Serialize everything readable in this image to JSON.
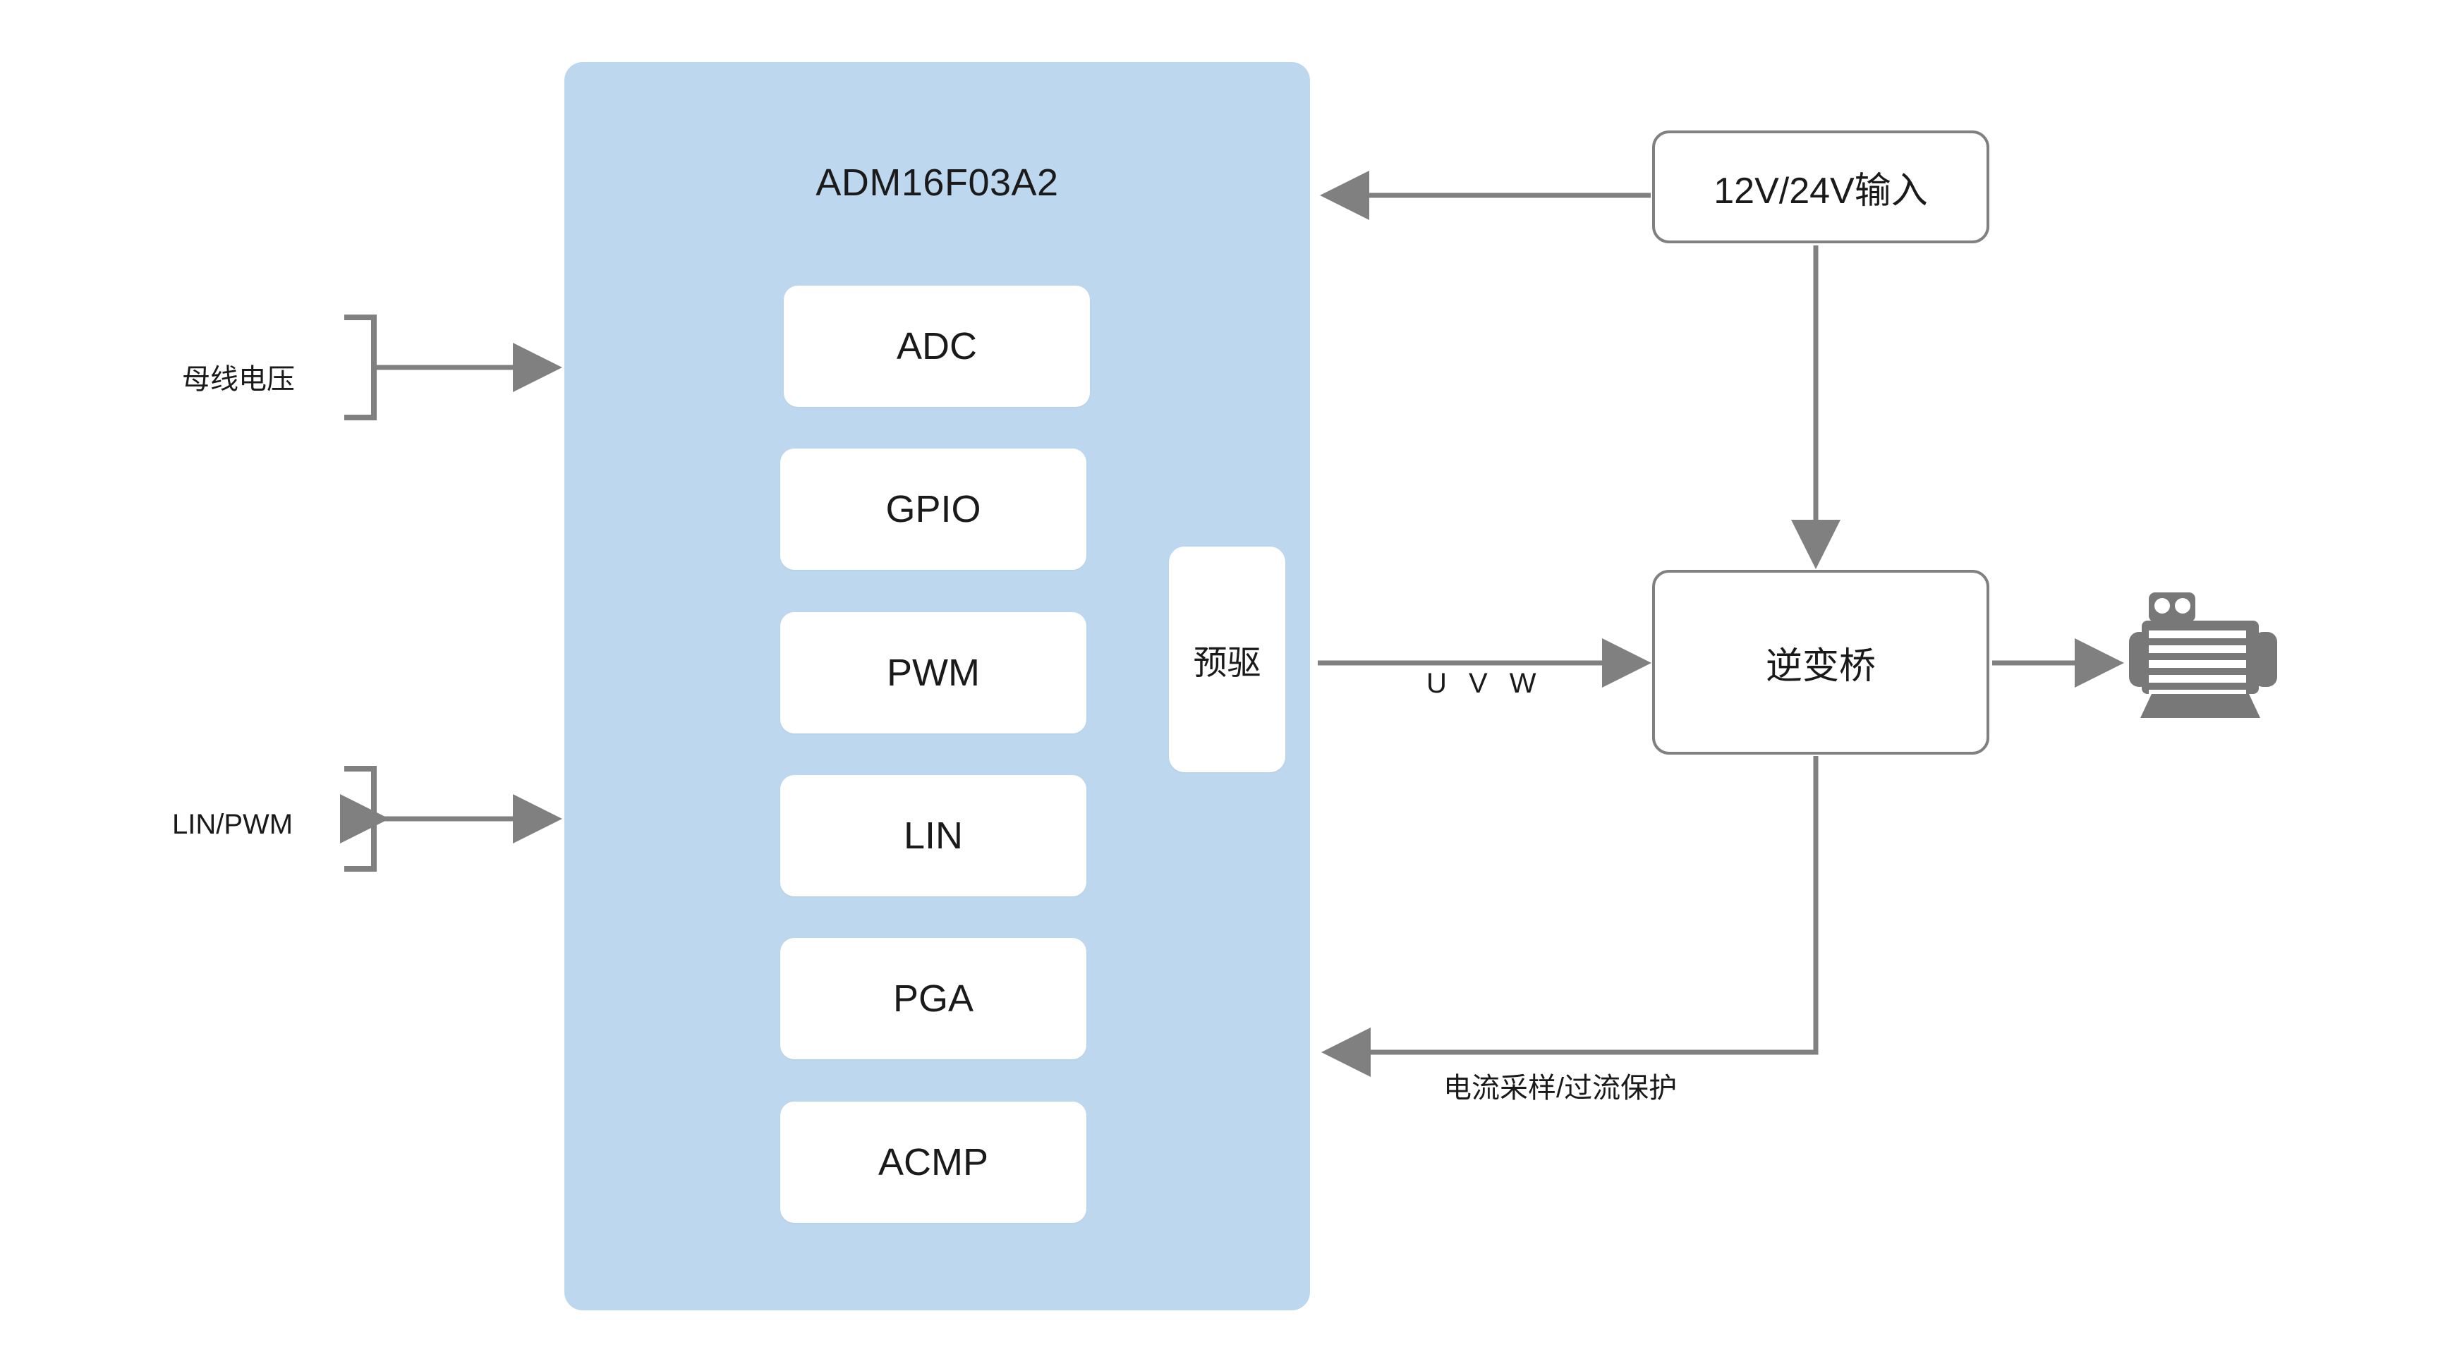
{
  "diagram": {
    "title": "ADM16F03A2 motor control block diagram",
    "colors": {
      "panel_fill": "#bdd7ee",
      "block_fill": "#ffffff",
      "line": "#808080",
      "text": "#1a1a1a",
      "motor_icon": "#787878"
    }
  },
  "mcu": {
    "title": "ADM16F03A2",
    "blocks": [
      {
        "id": "adc",
        "label": "ADC"
      },
      {
        "id": "gpio",
        "label": "GPIO"
      },
      {
        "id": "pwm",
        "label": "PWM"
      },
      {
        "id": "lin",
        "label": "LIN"
      },
      {
        "id": "pga",
        "label": "PGA"
      },
      {
        "id": "acmp",
        "label": "ACMP"
      }
    ],
    "predriver": {
      "label": "预驱"
    }
  },
  "external": {
    "supply": {
      "label": "12V/24V输入"
    },
    "bridge": {
      "label": "逆变桥"
    },
    "motor": {
      "icon": "motor-icon"
    }
  },
  "inputs": [
    {
      "id": "bus-voltage",
      "label": "母线电压",
      "direction": "in"
    },
    {
      "id": "lin-pwm",
      "label": "LIN/PWM",
      "direction": "bidirectional"
    }
  ],
  "connections": [
    {
      "id": "phase-output",
      "label": "U V W"
    },
    {
      "id": "current-feedback",
      "label": "电流采样/过流保护"
    }
  ]
}
